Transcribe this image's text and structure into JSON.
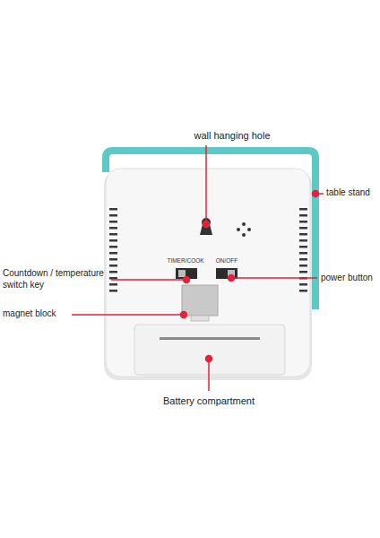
{
  "diagram": {
    "labels": [
      "wall hanging hole",
      "table stand",
      "TIMER/COOK",
      "ON/OFF",
      "Countdown / temperature switch key",
      "power button",
      "magnet block",
      "Battery compartment"
    ]
  }
}
